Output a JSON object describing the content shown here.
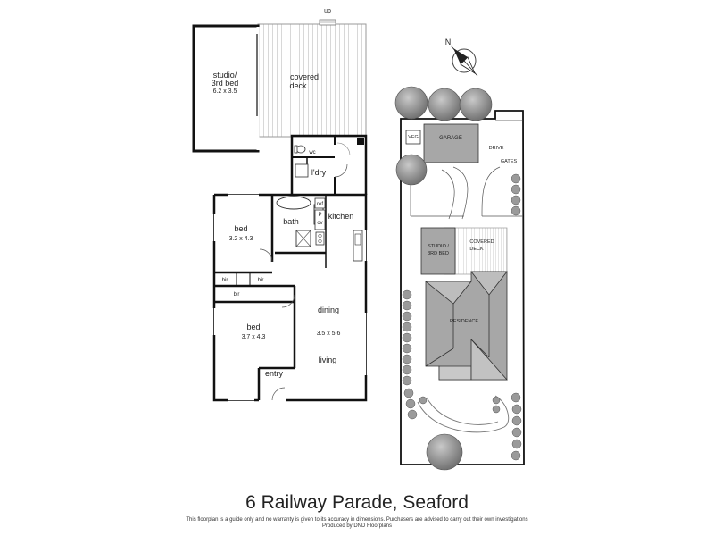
{
  "floorplan": {
    "up_label": "up",
    "rooms": {
      "studio_name_1": "studio/",
      "studio_name_2": "3rd bed",
      "studio_dims": "6.2 x 3.5",
      "deck_name_1": "covered",
      "deck_name_2": "deck",
      "wc": "wc",
      "laundry": "l'dry",
      "ref": "ref",
      "p": "P",
      "ov": "ov",
      "bath": "bath",
      "kitchen": "kitchen",
      "bed1_name": "bed",
      "bed1_dims": "3.2 x 4.3",
      "bir_1": "bir",
      "bir_2": "bir",
      "bir_3": "bir",
      "bed2_name": "bed",
      "bed2_dims": "3.7 x 4.3",
      "dining": "dining",
      "dining_dims": "3.5 x 5.6",
      "living": "living",
      "entry": "entry"
    }
  },
  "siteplan": {
    "compass": "N",
    "veg": "VEG",
    "garage": "GARAGE",
    "drive": "DRIVE",
    "gates": "GATES",
    "studio_1": "STUDIO /",
    "studio_2": "3RD BED",
    "deck_1": "COVERED",
    "deck_2": "DECK",
    "residence": "RESIDENCE"
  },
  "address": "6 Railway Parade, Seaford",
  "disclaimer_line1": "This floorplan is a guide only and no warranty is given to its accuracy in dimensions. Purchasers are advised to carry out their own investigations",
  "disclaimer_line2": "Produced by DND Floorplans"
}
